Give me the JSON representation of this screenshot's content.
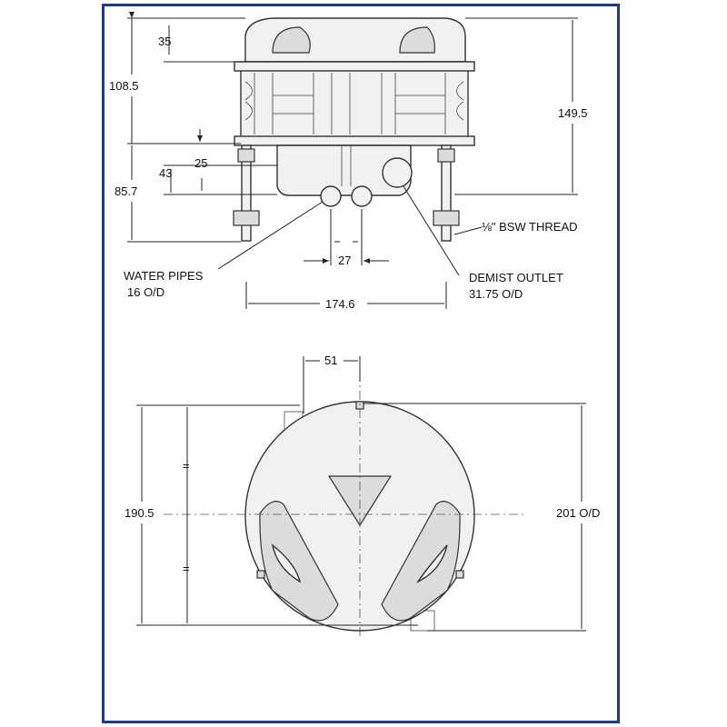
{
  "diagram": {
    "border_color": "#1f3a8a",
    "side_view": {
      "dim_35": "35",
      "dim_108_5": "108.5",
      "dim_149_5": "149.5",
      "dim_25": "25",
      "dim_43": "43",
      "dim_85_7": "85.7",
      "dim_27": "27",
      "dim_174_6": "174.6",
      "thread_label": "⅛\" BSW THREAD",
      "water_pipes_label": "WATER PIPES",
      "water_pipes_size": "16 O/D",
      "demist_outlet_label": "DEMIST OUTLET",
      "demist_outlet_size": "31.75 O/D"
    },
    "plan_view": {
      "dim_51": "51",
      "dim_190_5": "190.5",
      "dim_201": "201 O/D",
      "equal_mark": "="
    }
  }
}
